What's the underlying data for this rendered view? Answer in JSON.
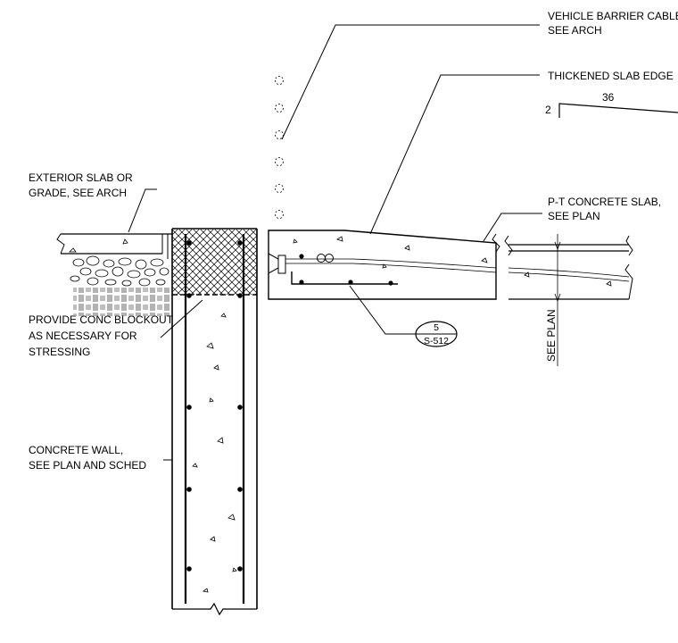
{
  "labels": {
    "vehicle_barrier_1": "VEHICLE BARRIER CABLE,",
    "vehicle_barrier_2": "SEE ARCH",
    "thickened_slab": "THICKENED SLAB EDGE",
    "slope_rise": "2",
    "slope_run": "36",
    "exterior_slab_1": "EXTERIOR SLAB OR",
    "exterior_slab_2": "GRADE, SEE ARCH",
    "pt_slab_1": "P-T CONCRETE SLAB,",
    "pt_slab_2": "SEE PLAN",
    "blockout_1": "PROVIDE CONC BLOCKOUT",
    "blockout_2": "AS NECESSARY FOR",
    "blockout_3": "STRESSING",
    "wall_1": "CONCRETE WALL,",
    "wall_2": "SEE PLAN AND SCHED",
    "see_plan_vertical": "SEE PLAN",
    "detail_number": "5",
    "detail_sheet": "S-512"
  }
}
